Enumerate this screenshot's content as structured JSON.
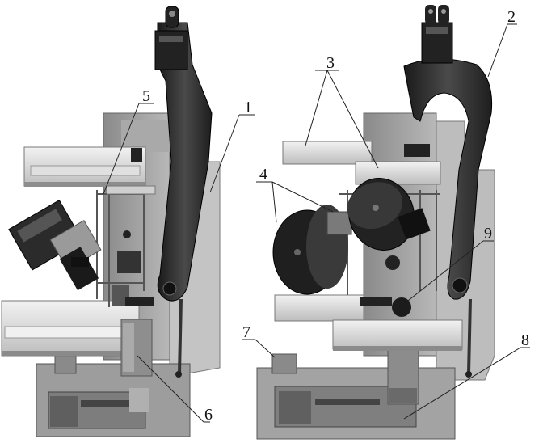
{
  "figure": {
    "callouts": [
      {
        "id": "1",
        "label": "1"
      },
      {
        "id": "2",
        "label": "2"
      },
      {
        "id": "3",
        "label": "3"
      },
      {
        "id": "4",
        "label": "4"
      },
      {
        "id": "5",
        "label": "5"
      },
      {
        "id": "6",
        "label": "6"
      },
      {
        "id": "7",
        "label": "7"
      },
      {
        "id": "8",
        "label": "8"
      },
      {
        "id": "9",
        "label": "9"
      }
    ]
  }
}
